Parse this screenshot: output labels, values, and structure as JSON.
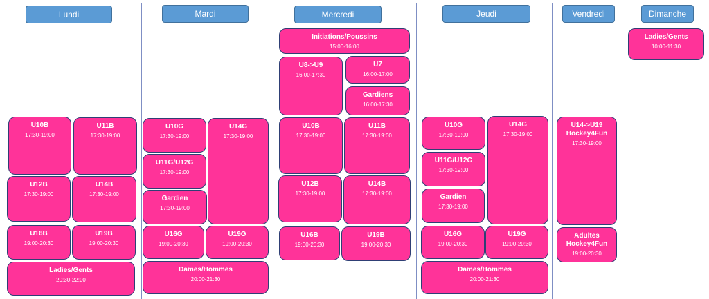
{
  "days": {
    "lundi": "Lundi",
    "mardi": "Mardi",
    "mercredi": "Mercredi",
    "jeudi": "Jeudi",
    "vendredi": "Vendredi",
    "dimanche": "Dimanche"
  },
  "sessions": {
    "lundi_u10b": {
      "name": "U10B",
      "time": "17:30-19:00"
    },
    "lundi_u11b": {
      "name": "U11B",
      "time": "17:30-19:00"
    },
    "lundi_u12b": {
      "name": "U12B",
      "time": "17:30-19:00"
    },
    "lundi_u14b": {
      "name": "U14B",
      "time": "17:30-19:00"
    },
    "lundi_u16b": {
      "name": "U16B",
      "time": "19:00-20:30"
    },
    "lundi_u19b": {
      "name": "U19B",
      "time": "19:00-20:30"
    },
    "lundi_ladies": {
      "name": "Ladies/Gents",
      "time": "20:30-22:00"
    },
    "mardi_u10g": {
      "name": "U10G",
      "time": "17:30-19:00"
    },
    "mardi_u14g": {
      "name": "U14G",
      "time": "17:30-19:00"
    },
    "mardi_u11g": {
      "name": "U11G/U12G",
      "time": "17:30-19:00"
    },
    "mardi_gardien": {
      "name": "Gardien",
      "time": "17:30-19:00"
    },
    "mardi_u16g": {
      "name": "U16G",
      "time": "19:00-20:30"
    },
    "mardi_u19g": {
      "name": "U19G",
      "time": "19:00-20:30"
    },
    "mardi_dames": {
      "name": "Dames/Hommes",
      "time": "20:00-21:30"
    },
    "mercredi_init": {
      "name": "Initiations/Poussins",
      "time": "15:00-16:00"
    },
    "mercredi_u8": {
      "name": "U8->U9",
      "time": "16:00-17:30"
    },
    "mercredi_u7": {
      "name": "U7",
      "time": "16:00-17:00"
    },
    "mercredi_gardiens": {
      "name": "Gardiens",
      "time": "16:00-17:30"
    },
    "mercredi_u10b": {
      "name": "U10B",
      "time": "17:30-19:00"
    },
    "mercredi_u11b": {
      "name": "U11B",
      "time": "17:30-19:00"
    },
    "mercredi_u12b": {
      "name": "U12B",
      "time": "17:30-19:00"
    },
    "mercredi_u14b": {
      "name": "U14B",
      "time": "17:30-19:00"
    },
    "mercredi_u16b": {
      "name": "U16B",
      "time": "19:00-20:30"
    },
    "mercredi_u19b": {
      "name": "U19B",
      "time": "19:00-20:30"
    },
    "jeudi_u10g": {
      "name": "U10G",
      "time": "17:30-19:00"
    },
    "jeudi_u14g": {
      "name": "U14G",
      "time": "17:30-19:00"
    },
    "jeudi_u11g": {
      "name": "U11G/U12G",
      "time": "17:30-19:00"
    },
    "jeudi_gardien": {
      "name": "Gardien",
      "time": "17:30-19:00"
    },
    "jeudi_u16g": {
      "name": "U16G",
      "time": "19:00-20:30"
    },
    "jeudi_u19g": {
      "name": "U19G",
      "time": "19:00-20:30"
    },
    "jeudi_dames": {
      "name": "Dames/Hommes",
      "time": "20:00-21:30"
    },
    "vendredi_u14": {
      "name": "U14->U19\nHockey4Fun",
      "time": "17:30-19:00"
    },
    "vendredi_adultes": {
      "name": "Adultes\nHockey4Fun",
      "time": "19:00-20:30"
    },
    "dimanche_ladies": {
      "name": "Ladies/Gents",
      "time": "10:00-11:30"
    }
  }
}
